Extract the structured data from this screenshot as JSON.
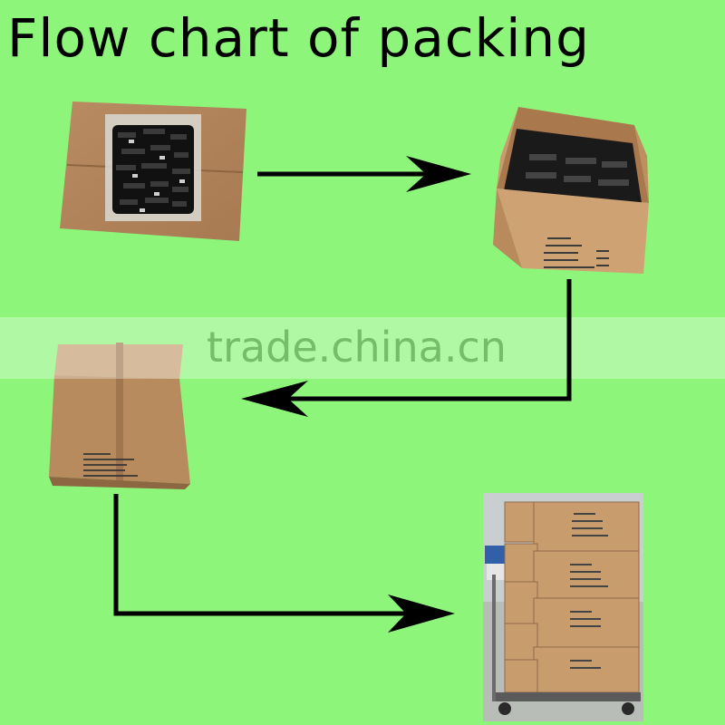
{
  "title": "Flow chart of packing",
  "watermark": "trade.china.cn",
  "steps": [
    {
      "id": "step-1",
      "icon": "bagged-items-in-box-photo"
    },
    {
      "id": "step-2",
      "icon": "filled-open-carton-photo"
    },
    {
      "id": "step-3",
      "icon": "sealed-carton-photo"
    },
    {
      "id": "step-4",
      "icon": "stacked-cartons-on-cart-photo"
    }
  ],
  "colors": {
    "background": "#8cf57a",
    "arrow": "#000000",
    "cardboard": "#c89a6a"
  }
}
